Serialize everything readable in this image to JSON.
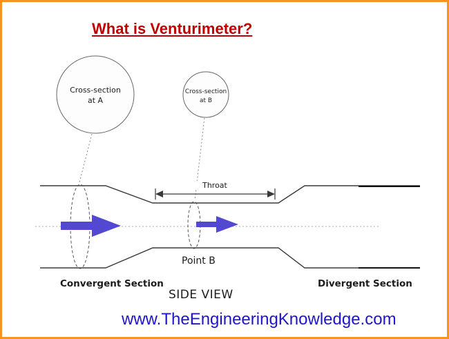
{
  "title": "What is Venturimeter?",
  "cross_sections": {
    "a": {
      "line1": "Cross-section",
      "line2": "at A"
    },
    "b": {
      "line1": "Cross-section",
      "line2": "at B"
    }
  },
  "pipe": {
    "throat_label": "Throat",
    "point_b_label": "Point B",
    "convergent_label": "Convergent Section",
    "divergent_label": "Divergent Section",
    "view_label": "SIDE VIEW"
  },
  "footer": {
    "website": "www.TheEngineeringKnowledge.com"
  },
  "colors": {
    "border": "#f7941d",
    "title": "#c00000",
    "flow_arrow": "#5348d2",
    "website": "#1f16c9",
    "diagram_line": "#3a3a3a"
  }
}
